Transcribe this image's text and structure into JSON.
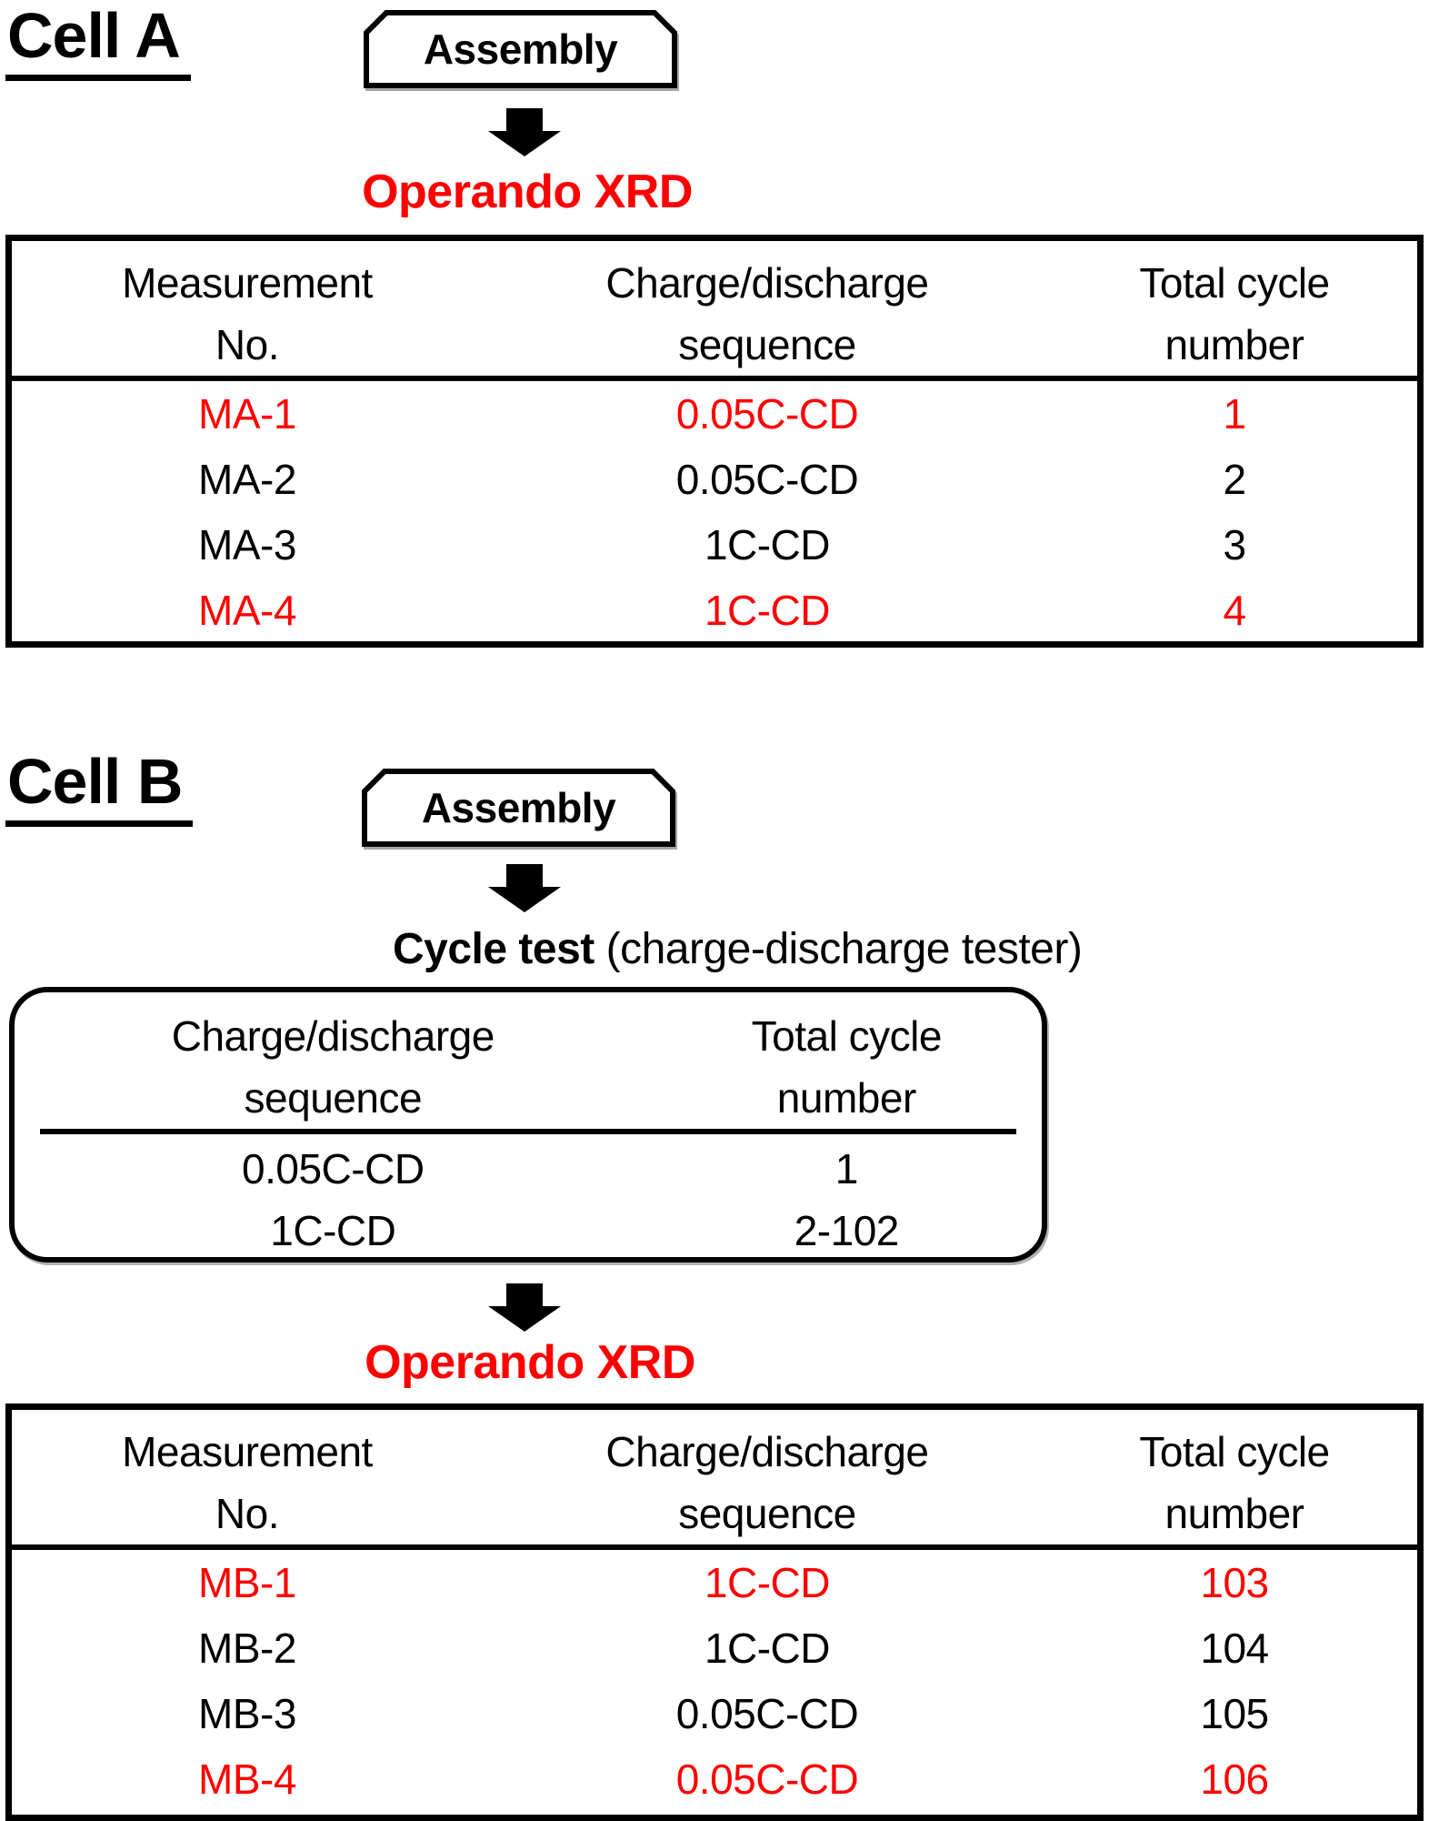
{
  "colors": {
    "accent_red": "#fe0000",
    "text": "#000000",
    "background": "#ffffff"
  },
  "cell_a": {
    "title": "Cell A",
    "assembly_label": "Assembly",
    "operando_label": "Operando XRD",
    "table": {
      "columns": [
        {
          "line1": "Measurement",
          "line2": "No."
        },
        {
          "line1": "Charge/discharge",
          "line2": "sequence"
        },
        {
          "line1": "Total cycle",
          "line2": "number"
        }
      ],
      "rows": [
        {
          "no": "MA-1",
          "sequence": "0.05C-CD",
          "cycles": "1",
          "highlight": true
        },
        {
          "no": "MA-2",
          "sequence": "0.05C-CD",
          "cycles": "2",
          "highlight": false
        },
        {
          "no": "MA-3",
          "sequence": "1C-CD",
          "cycles": "3",
          "highlight": false
        },
        {
          "no": "MA-4",
          "sequence": "1C-CD",
          "cycles": "4",
          "highlight": true
        }
      ]
    }
  },
  "cell_b": {
    "title": "Cell B",
    "assembly_label": "Assembly",
    "cycle_test_bold": "Cycle test",
    "cycle_test_rest": " (charge-discharge tester)",
    "pretest_table": {
      "columns": [
        {
          "line1": "Charge/discharge",
          "line2": "sequence"
        },
        {
          "line1": "Total cycle",
          "line2": "number"
        }
      ],
      "rows": [
        {
          "sequence": "0.05C-CD",
          "cycles": "1"
        },
        {
          "sequence": "1C-CD",
          "cycles": "2-102"
        }
      ]
    },
    "operando_label": "Operando XRD",
    "table": {
      "columns": [
        {
          "line1": "Measurement",
          "line2": "No."
        },
        {
          "line1": "Charge/discharge",
          "line2": "sequence"
        },
        {
          "line1": "Total cycle",
          "line2": "number"
        }
      ],
      "rows": [
        {
          "no": "MB-1",
          "sequence": "1C-CD",
          "cycles": "103",
          "highlight": true
        },
        {
          "no": "MB-2",
          "sequence": "1C-CD",
          "cycles": "104",
          "highlight": false
        },
        {
          "no": "MB-3",
          "sequence": "0.05C-CD",
          "cycles": "105",
          "highlight": false
        },
        {
          "no": "MB-4",
          "sequence": "0.05C-CD",
          "cycles": "106",
          "highlight": true
        }
      ]
    }
  }
}
